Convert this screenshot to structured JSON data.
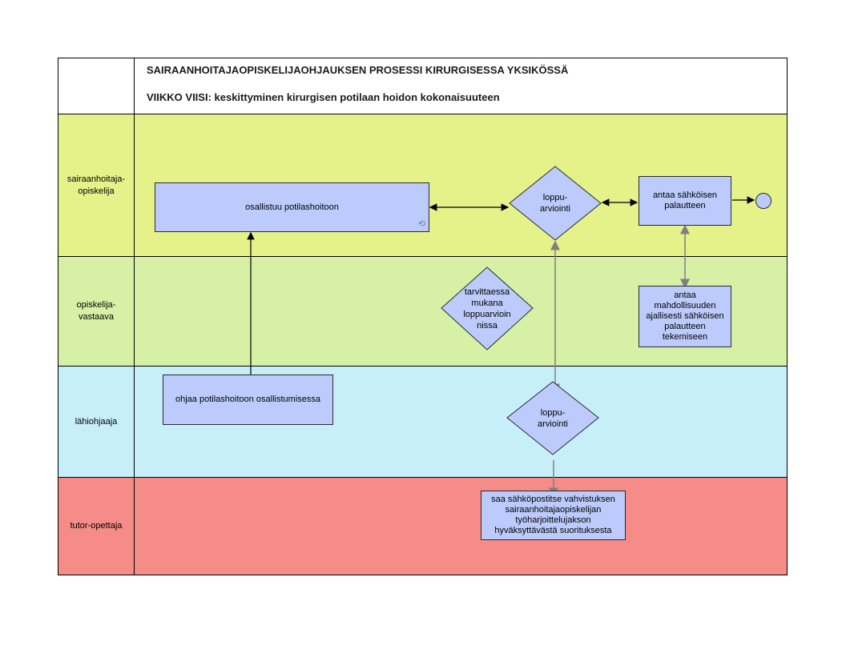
{
  "header": {
    "title": "SAIRAANHOITAJAOPISKELIJAOHJAUKSEN PROSESSI KIRURGISESSA YKSIKÖSSÄ",
    "subtitle": "VIIKKO VIISI: keskittyminen kirurgisen potilaan hoidon kokonaisuuteen"
  },
  "lanes": {
    "student": "sairaanhoitaja-\nopiskelija",
    "supervisor": "opiskelija-\nvastaava",
    "mentor": "lähiohjaaja",
    "tutor": "tutor-opettaja"
  },
  "colors": {
    "student": "#e5f28a",
    "supervisor": "#d6f1a5",
    "mentor": "#c7effa",
    "tutor": "#f58c87",
    "shape_fill": "#bccbfb"
  },
  "shapes": {
    "participates": "osallistuu potilashoitoon",
    "final_eval_student": "loppu-\narviointi",
    "give_feedback": "antaa sähköisen\npalautteen",
    "join_if_needed": "tarvittaessa\nmukana\nloppuarvioin\nnissa",
    "enable_feedback": "antaa\nmahdollisuuden\najallisesti sähköisen\npalautteen\ntekemiseen",
    "guide_participation": "ohjaa potilashoitoon osallistumisessa",
    "final_eval_mentor": "loppu-\narviointi",
    "email_confirmation": "saa sähköpostitse vahvistuksen\nsairaanhoitajaopiskelijan\ntyöharjoittelujakson\nhyväksyttävästä suorituksesta"
  },
  "icons": {
    "loop": "loop-icon",
    "end": "end-event-circle"
  }
}
